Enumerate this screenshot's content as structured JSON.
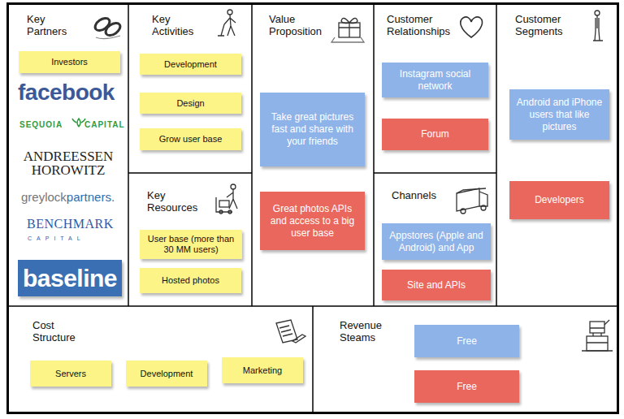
{
  "diagram": {
    "nodes": [
      {
        "text": [
          "Key Partners"
        ]
      },
      {
        "text": [
          "Investors"
        ],
        "in": 0
      },
      {
        "text": [
          "baseline"
        ],
        "in": 0
      },
      {
        "text": [
          "Key Activities"
        ]
      },
      {
        "text": [
          "Development"
        ],
        "in": 3
      },
      {
        "text": [
          "Design"
        ],
        "in": 3
      },
      {
        "text": [
          "Grow user base"
        ],
        "in": 3
      },
      {
        "text": [
          "Key Resources"
        ]
      },
      {
        "text": [
          "User base (more than 30 MM users)"
        ],
        "in": 7
      },
      {
        "text": [
          "Hosted photos"
        ],
        "in": 7
      },
      {
        "text": [
          "Value Proposition"
        ]
      },
      {
        "text": [
          "Take great pictures fast and share with your friends"
        ],
        "in": 10
      },
      {
        "text": [
          "Great photos APIs and access to a big user base"
        ],
        "in": 10
      },
      {
        "text": [
          "Customer Relationships"
        ]
      },
      {
        "text": [
          "Instagram social network"
        ],
        "in": 13
      },
      {
        "text": [
          "Forum"
        ],
        "in": 13
      },
      {
        "text": [
          "Channels"
        ]
      },
      {
        "text": [
          "Appstores (Apple and Android) and App"
        ],
        "in": 16
      },
      {
        "text": [
          "Site and APIs"
        ],
        "in": 16
      },
      {
        "text": [
          "Customer Segments"
        ]
      },
      {
        "text": [
          "Android and iPhone users that like pictures"
        ],
        "in": 19
      },
      {
        "text": [
          "Developers"
        ],
        "in": 19
      },
      {
        "text": [
          "Cost Structure"
        ]
      },
      {
        "text": [
          "Servers"
        ],
        "in": 22
      },
      {
        "text": [
          "Development"
        ],
        "in": 22
      },
      {
        "text": [
          "Marketing"
        ],
        "in": 22
      },
      {
        "text": [
          "Revenue Steams"
        ]
      },
      {
        "text": [
          "Free"
        ],
        "in": 26
      },
      {
        "text": [
          "Free"
        ],
        "in": 26
      }
    ],
    "labels": [
      "facebook",
      "SEQUOIA",
      "CAPITAL",
      "ANDREESSEN HOROWITZ",
      "greylock",
      "partners.",
      "BENCHMARK",
      "CAPITAL"
    ]
  }
}
